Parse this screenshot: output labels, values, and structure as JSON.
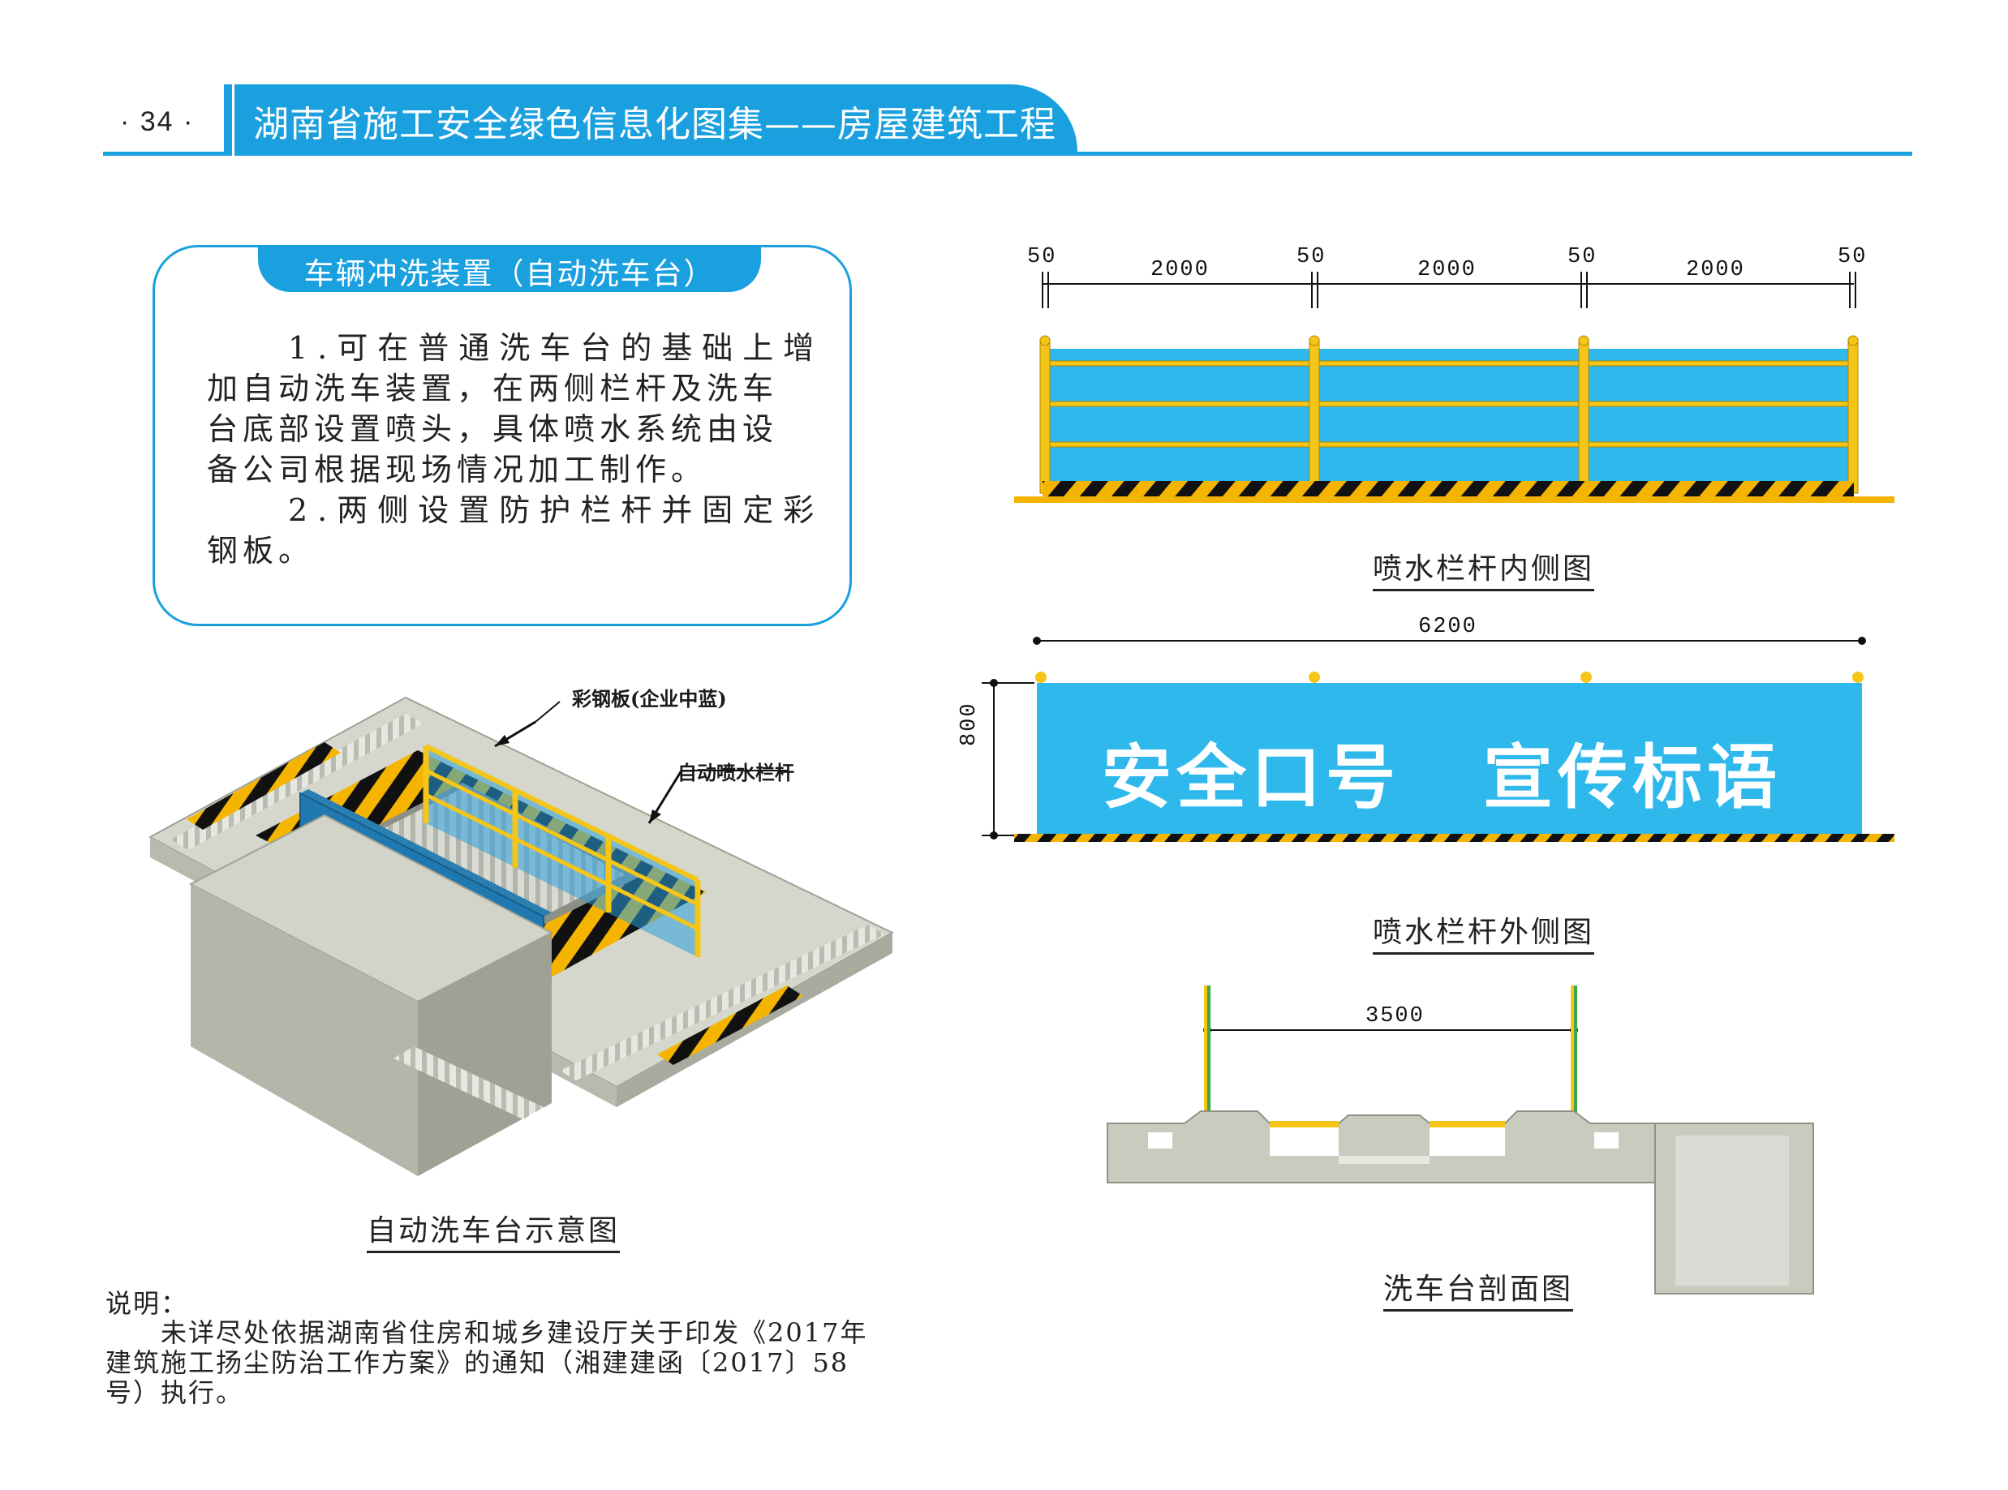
{
  "header": {
    "page_number": "· 34 ·",
    "title": "湖南省施工安全绿色信息化图集——房屋建筑工程",
    "accent_color": "#1aa0df"
  },
  "info": {
    "title": "车辆冲洗装置（自动洗车台）",
    "lines": [
      "　　1.可在普通洗车台的基础上增",
      "加自动洗车装置，在两侧栏杆及洗车",
      "台底部设置喷头，具体喷水系统由设",
      "备公司根据现场情况加工制作。",
      "　　2.两侧设置防护栏杆并固定彩",
      "钢板。"
    ]
  },
  "iso": {
    "label_panel": "彩钢板(企业中蓝)",
    "label_rail": "自动喷水栏杆",
    "caption": "自动洗车台示意图"
  },
  "inner": {
    "dims": [
      "50",
      "2000",
      "50",
      "2000",
      "50",
      "2000",
      "50"
    ],
    "caption": "喷水栏杆内侧图"
  },
  "outer": {
    "width_dim": "6200",
    "height_dim": "800",
    "slogan_1": "安全口号",
    "slogan_2": "宣传标语",
    "caption": "喷水栏杆外侧图"
  },
  "section": {
    "width_dim": "3500",
    "caption": "洗车台剖面图"
  },
  "note": {
    "heading": "说明：",
    "lines": [
      "　　未详尽处依据湖南省住房和城乡建设厅关于印发《2017年",
      "建筑施工扬尘防治工作方案》的通知（湘建建函〔2017〕58",
      "号）执行。"
    ]
  },
  "colors": {
    "panel_blue": "#2eb8ec",
    "rail_yellow": "#f5c518",
    "hazard_black": "#111111",
    "concrete": "#c9cbbf"
  }
}
